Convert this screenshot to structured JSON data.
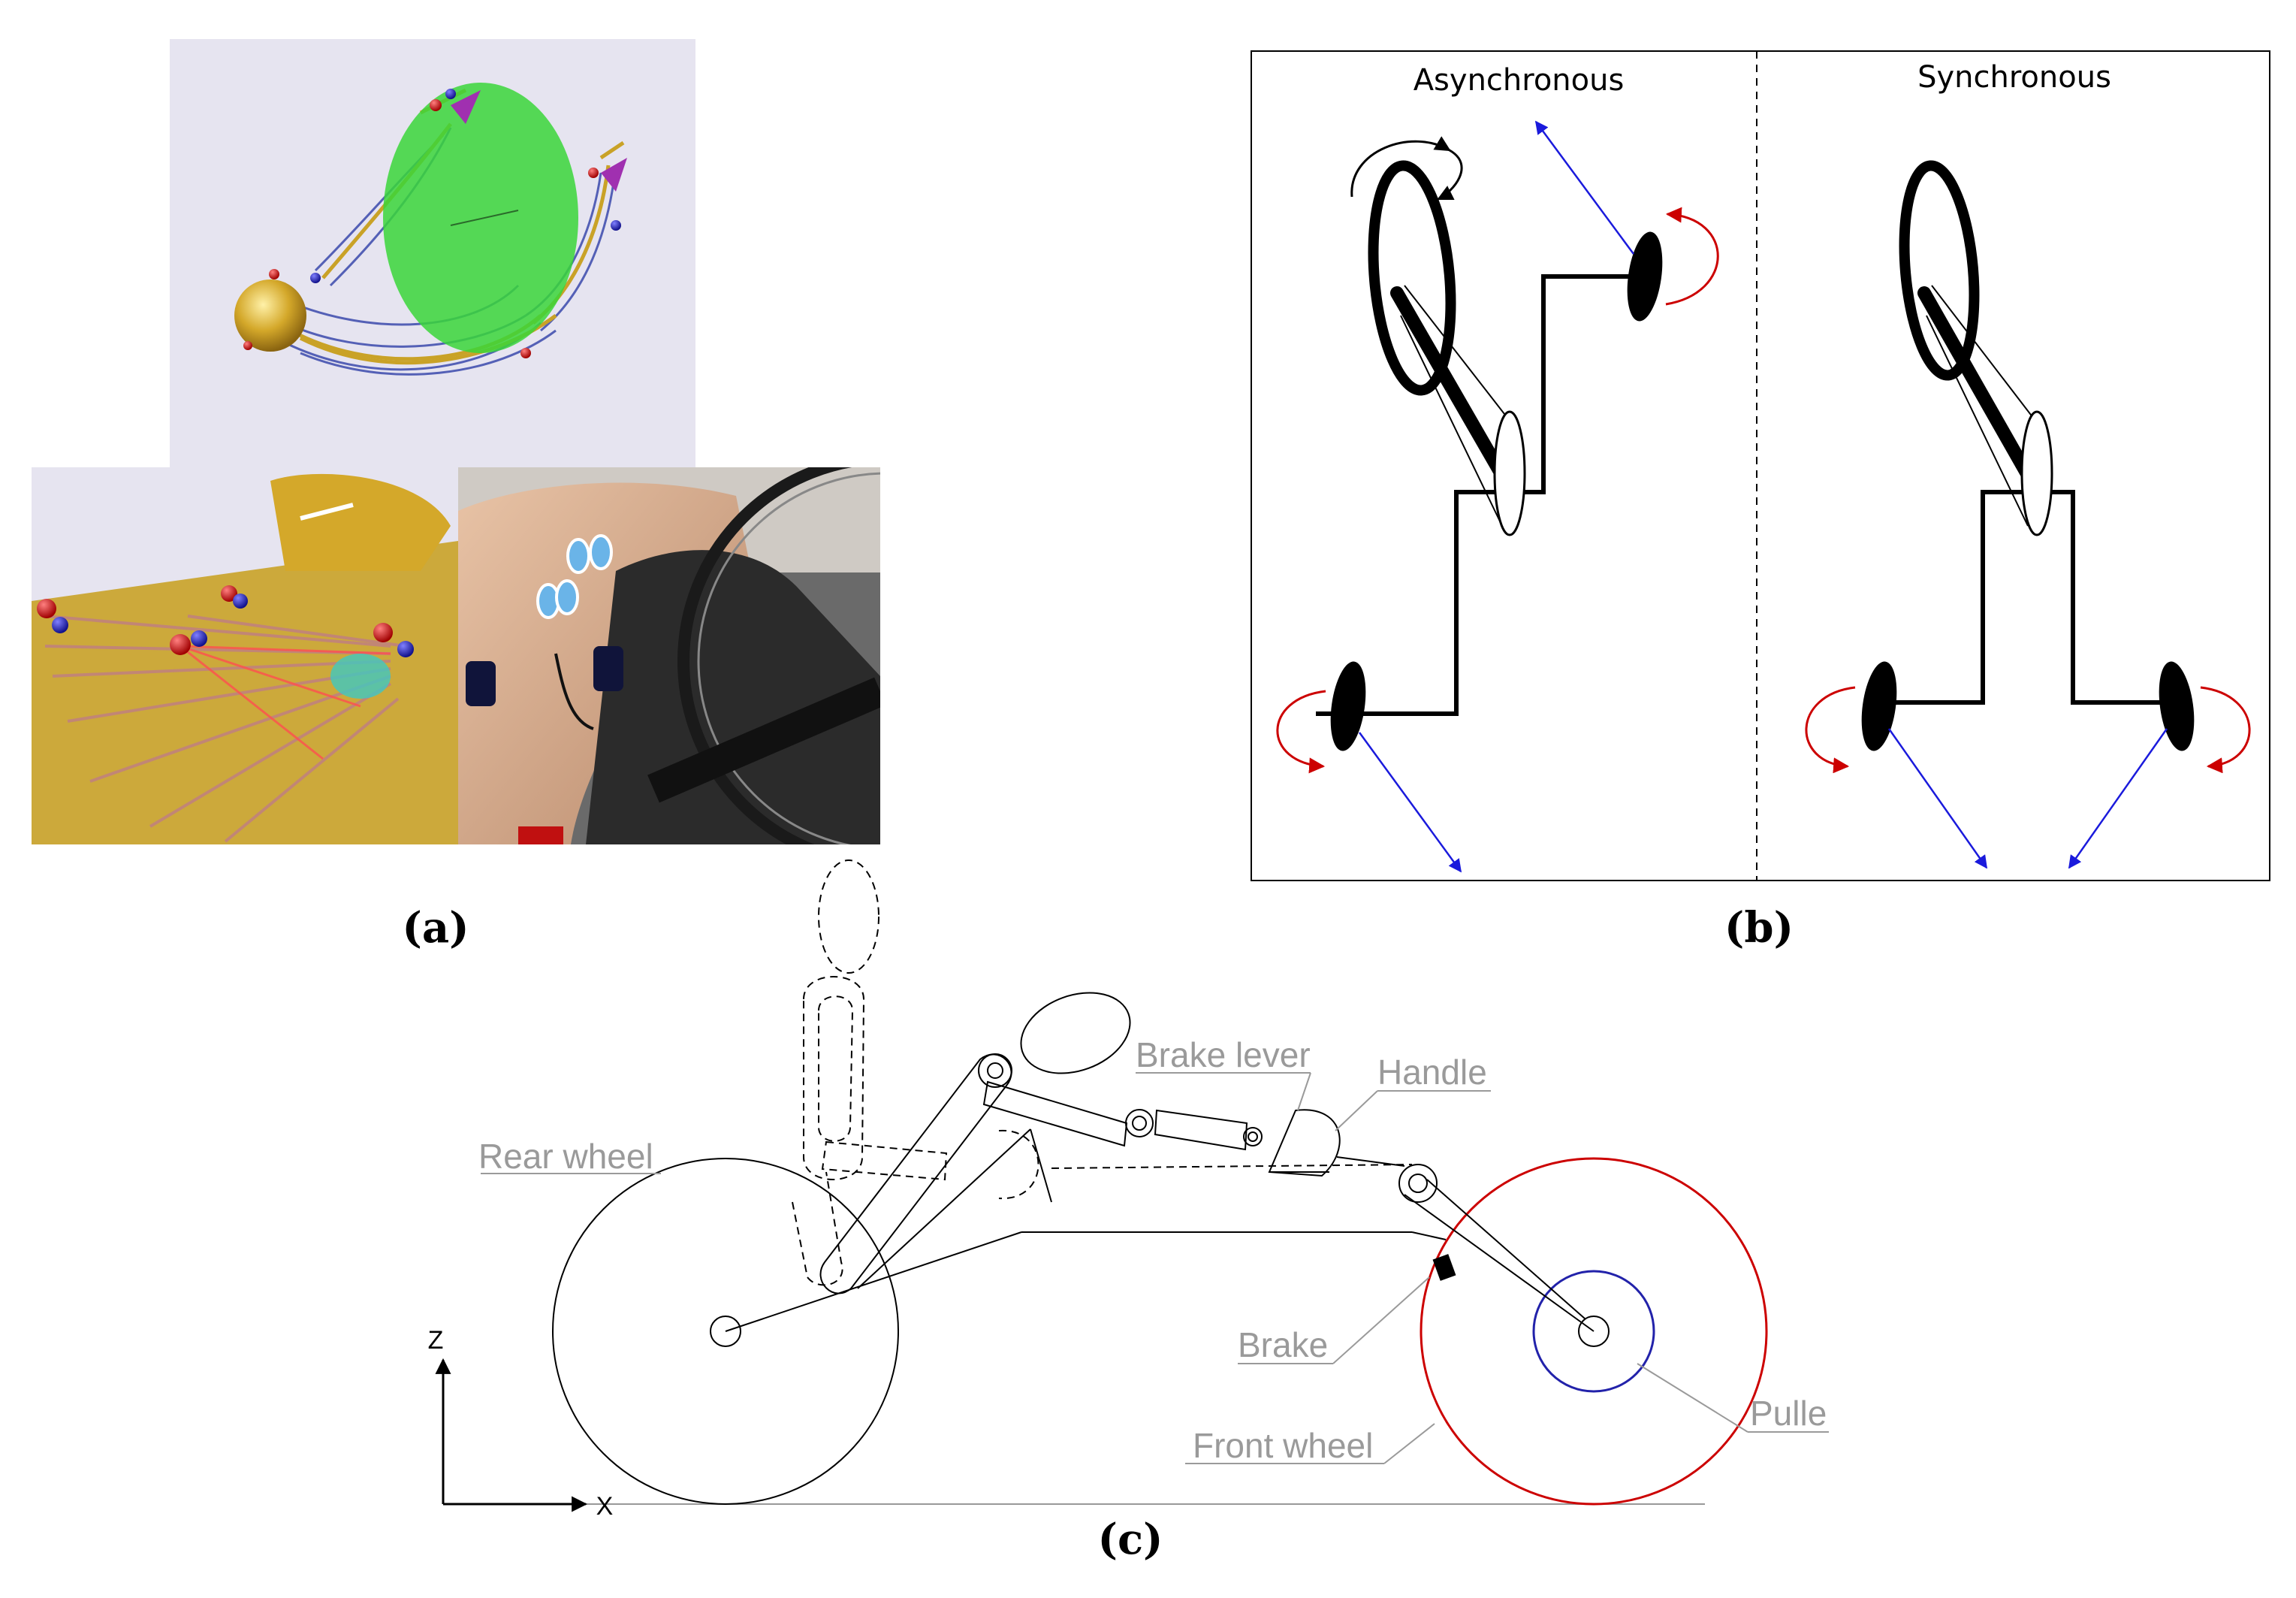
{
  "panel_labels": {
    "a": "(a)",
    "b": "(b)",
    "c": "(c)"
  },
  "panel_b": {
    "left_title": "Asynchronous",
    "right_title": "Synchronous"
  },
  "panel_c": {
    "annotations": {
      "rear_wheel": "Rear wheel",
      "brake_lever": "Brake lever",
      "handle": "Handle",
      "brake": "Brake",
      "front_wheel": "Front wheel",
      "pulley": "Pulle"
    },
    "axes": {
      "x": "X",
      "z": "Z"
    }
  },
  "colors": {
    "torque_arrow": "#cc0000",
    "force_arrow": "#1a1adc",
    "front_wheel": "#cc0000",
    "pulley": "#2222aa",
    "annotation_text": "#9a9a9a",
    "render_background": "#e6e4f0",
    "bone": "#c9a227",
    "head_sphere": "#d4a82a",
    "marker_red": "#d01010",
    "marker_blue": "#2020c0",
    "green_wheel": "#3ad63a"
  }
}
